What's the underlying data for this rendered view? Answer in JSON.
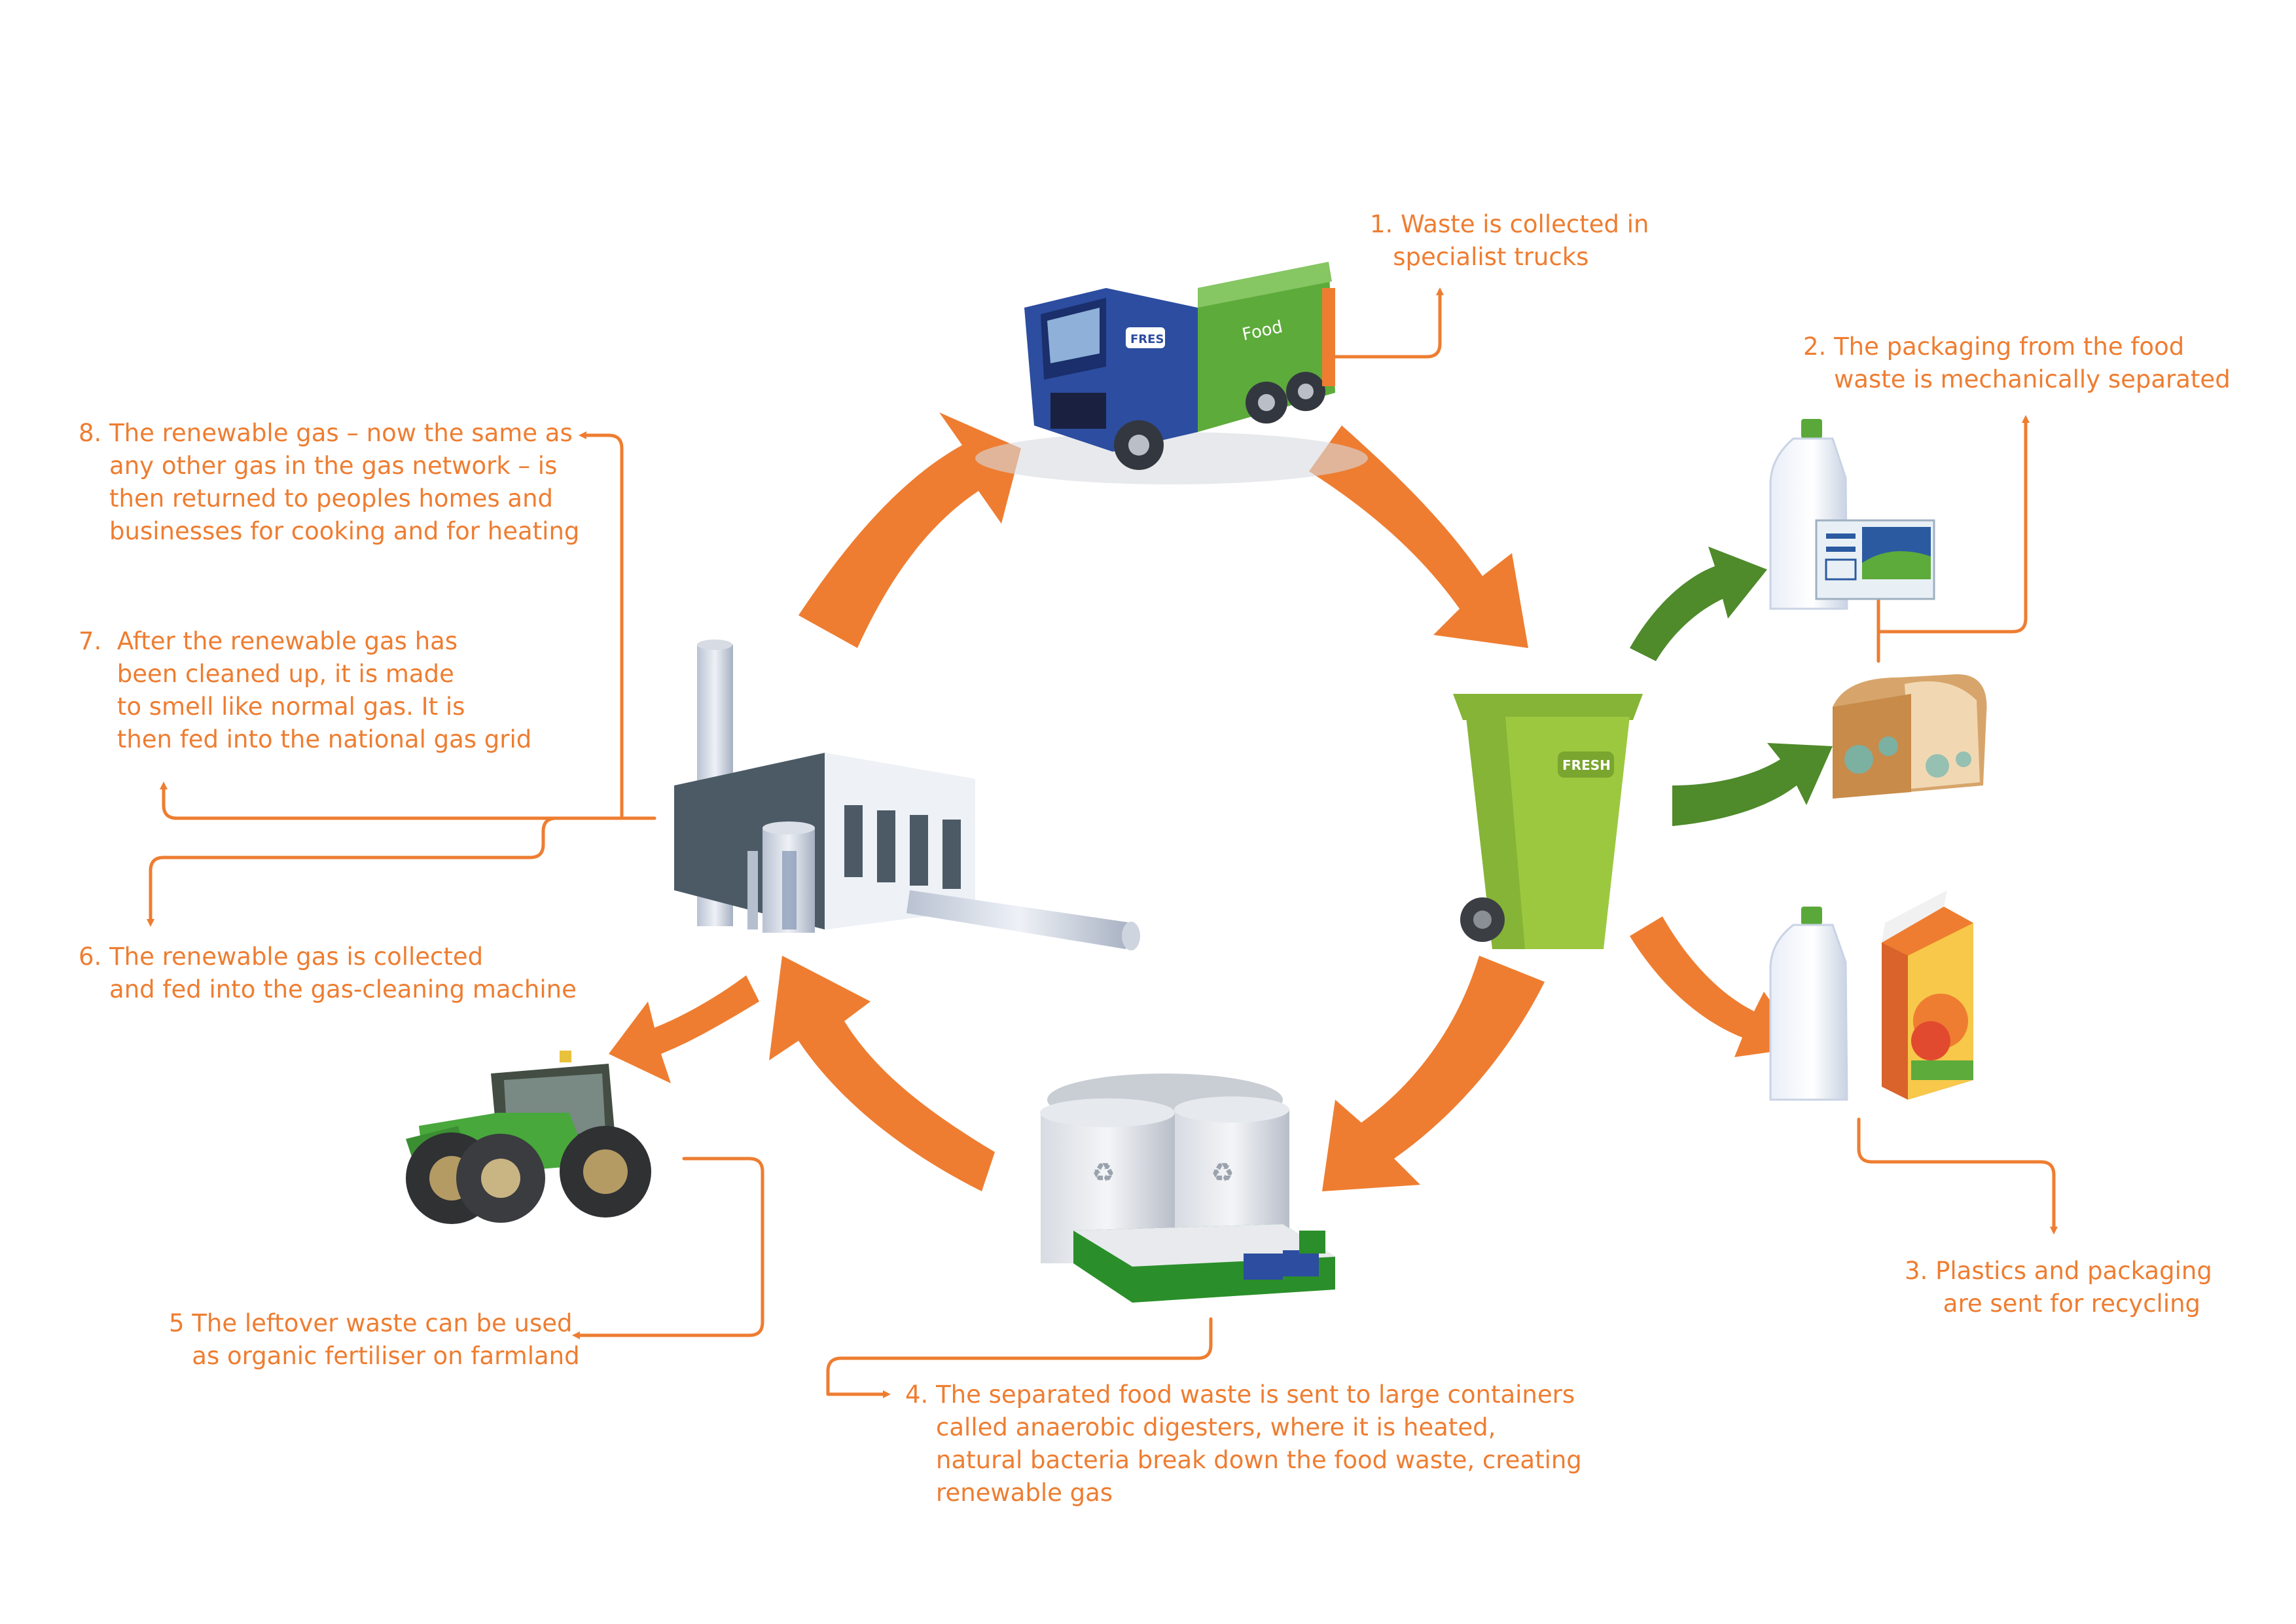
{
  "colors": {
    "accent_orange": "#ee7d31",
    "cycle_arrow": "#ee7d31",
    "recycle_arrow": "#4f8a2b",
    "bin_green": "#9cc840",
    "truck_blue": "#2c4da0",
    "truck_green": "#5dab3b",
    "tractor_green": "#49a83c"
  },
  "steps": [
    {
      "text": "1. Waste is collected in\n   specialist trucks"
    },
    {
      "text": "2. The packaging from the food\n    waste is mechanically separated"
    },
    {
      "text": "3. Plastics and packaging\n     are sent for recycling"
    },
    {
      "text": "4. The separated food waste is sent to large containers\n    called anaerobic digesters, where it is heated,\n    natural bacteria break down the food waste, creating\n    renewable gas"
    },
    {
      "text": "5 The leftover waste can be used\n   as organic fertiliser on farmland"
    },
    {
      "text": "6. The renewable gas is collected\n    and fed into the gas-cleaning machine"
    },
    {
      "text": "7.  After the renewable gas has\n     been cleaned up, it is made\n     to smell like normal gas. It is\n     then fed into the national gas grid"
    },
    {
      "text": "8. The renewable gas – now the same as\n    any other gas in the gas network – is\n    then returned to peoples homes and\n    businesses for cooking and for heating"
    }
  ],
  "illustration_text": {
    "truck_logo": "FRESH",
    "bin_logo": "FRESH"
  },
  "icons": [
    "truck-icon",
    "bin-icon",
    "milk-bottle-icon",
    "packaging-icon",
    "bread-icon",
    "juice-carton-icon",
    "digester-icon",
    "tractor-icon",
    "gas-plant-icon"
  ]
}
